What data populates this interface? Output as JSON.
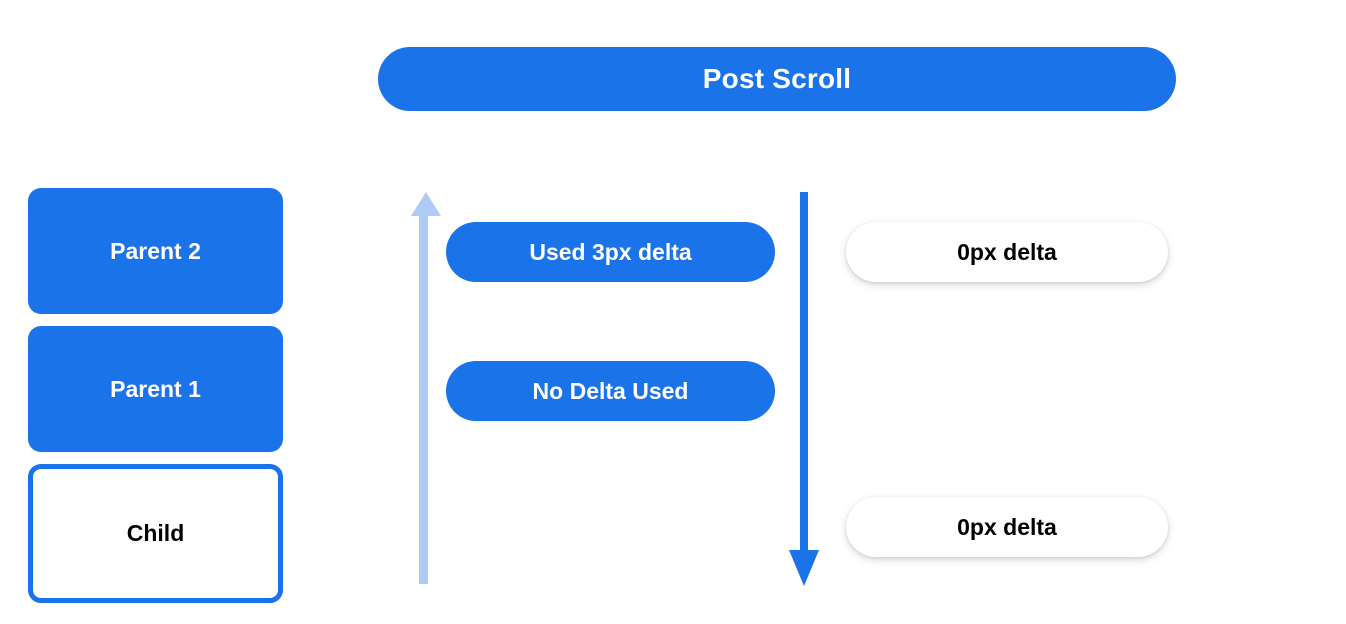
{
  "header": {
    "title": "Post Scroll"
  },
  "scroll_chain": {
    "label": "scroll-chain-stack",
    "items": [
      {
        "label": "Parent 2",
        "style": "filled"
      },
      {
        "label": "Parent 1",
        "style": "filled"
      },
      {
        "label": "Child",
        "style": "outlined"
      }
    ]
  },
  "delta_column": {
    "items": [
      {
        "label": "Used 3px delta",
        "style": "blue"
      },
      {
        "label": "No Delta Used",
        "style": "blue"
      }
    ]
  },
  "result_column": {
    "items": [
      {
        "label": "0px delta",
        "style": "white"
      },
      {
        "label": "0px delta",
        "style": "white"
      }
    ]
  },
  "arrows": {
    "bubble_up": {
      "name": "arrow-up-light",
      "direction": "up",
      "color": "#AECBF5"
    },
    "dispatch_down": {
      "name": "arrow-down-blue",
      "direction": "down",
      "color": "#1A73E8"
    }
  },
  "colors": {
    "brand_blue": "#1A73E8",
    "light_blue": "#AECBF5",
    "background": "#FFFFFF",
    "text_dark": "#000000",
    "text_light": "#FFFFFF"
  }
}
